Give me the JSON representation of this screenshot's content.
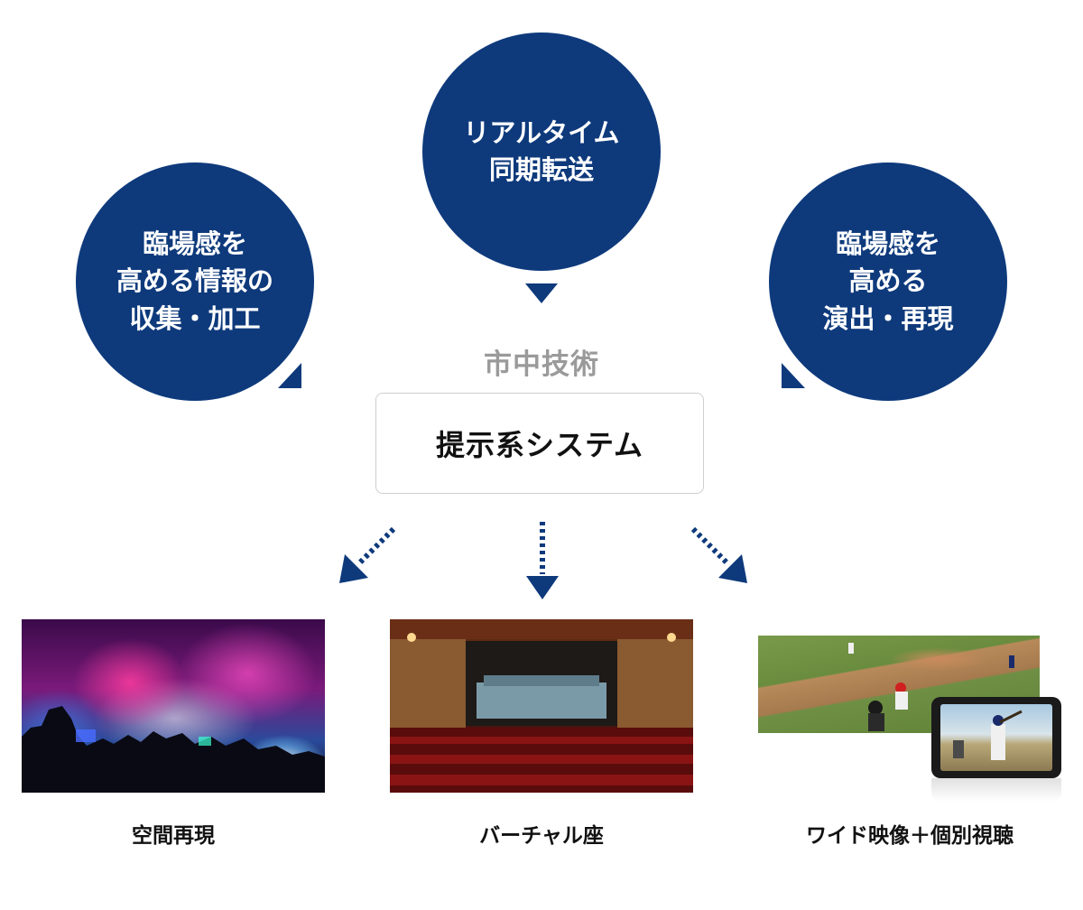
{
  "bubbles": {
    "top": {
      "line1": "リアルタイム",
      "line2": "同期転送"
    },
    "left": {
      "line1": "臨場感を",
      "line2": "高める情報の",
      "line3": "収集・加工"
    },
    "right": {
      "line1": "臨場感を",
      "line2": "高める",
      "line3": "演出・再現"
    }
  },
  "center": {
    "subtitle": "市中技術",
    "system_label": "提示系システム"
  },
  "outputs": [
    {
      "caption": "空間再現"
    },
    {
      "caption": "バーチャル座"
    },
    {
      "caption": "ワイド映像＋個別視聴"
    }
  ],
  "colors": {
    "bubble": "#0e3a7c",
    "subtitle": "#9a9a9a",
    "box_border": "#cfcfcf"
  }
}
